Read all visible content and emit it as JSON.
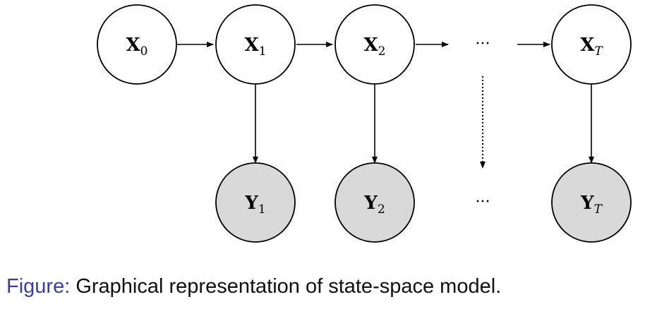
{
  "diagram": {
    "hidden_nodes": [
      {
        "id": "x0",
        "main": "X",
        "sub": "0",
        "italic_sub": false
      },
      {
        "id": "x1",
        "main": "X",
        "sub": "1",
        "italic_sub": false
      },
      {
        "id": "x2",
        "main": "X",
        "sub": "2",
        "italic_sub": false
      },
      {
        "id": "xT",
        "main": "X",
        "sub": "T",
        "italic_sub": true
      }
    ],
    "observed_nodes": [
      {
        "id": "y1",
        "main": "Y",
        "sub": "1",
        "italic_sub": false
      },
      {
        "id": "y2",
        "main": "Y",
        "sub": "2",
        "italic_sub": false
      },
      {
        "id": "yT",
        "main": "Y",
        "sub": "T",
        "italic_sub": true
      }
    ],
    "ellipsis": "···",
    "colors": {
      "hidden_fill": "#ffffff",
      "observed_fill": "#d9d9d9",
      "stroke": "#000000"
    }
  },
  "caption": {
    "prefix": "Figure:",
    "text": " Graphical representation of state-space model."
  }
}
